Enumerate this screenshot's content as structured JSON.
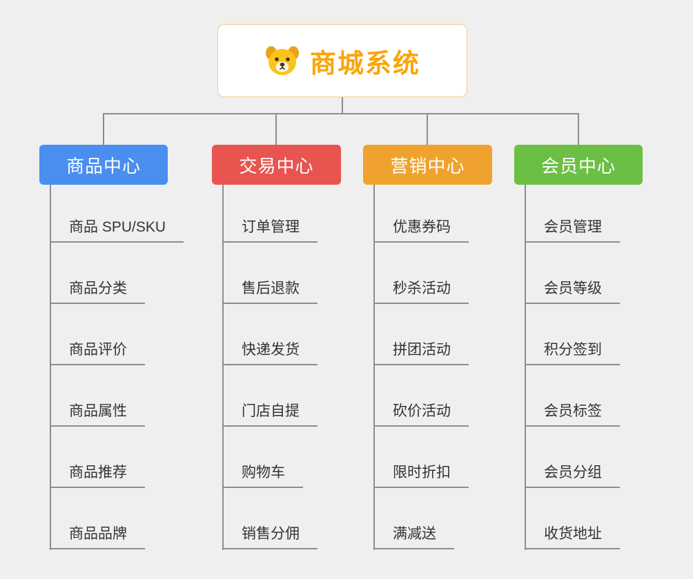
{
  "root": {
    "title": "商城系统",
    "icon": "dog-face-icon",
    "accent_color": "#f9a609",
    "border_color": "#f2cd8a"
  },
  "line_color": "#8c8c8c",
  "branches": [
    {
      "label": "商品中心",
      "color": "#4a8ef0",
      "children": [
        "商品 SPU/SKU",
        "商品分类",
        "商品评价",
        "商品属性",
        "商品推荐",
        "商品品牌"
      ]
    },
    {
      "label": "交易中心",
      "color": "#e8544f",
      "children": [
        "订单管理",
        "售后退款",
        "快递发货",
        "门店自提",
        "购物车",
        "销售分佣"
      ]
    },
    {
      "label": "营销中心",
      "color": "#efa32e",
      "children": [
        "优惠券码",
        "秒杀活动",
        "拼团活动",
        "砍价活动",
        "限时折扣",
        "满减送"
      ]
    },
    {
      "label": "会员中心",
      "color": "#6cbf45",
      "children": [
        "会员管理",
        "会员等级",
        "积分签到",
        "会员标签",
        "会员分组",
        "收货地址"
      ]
    }
  ]
}
